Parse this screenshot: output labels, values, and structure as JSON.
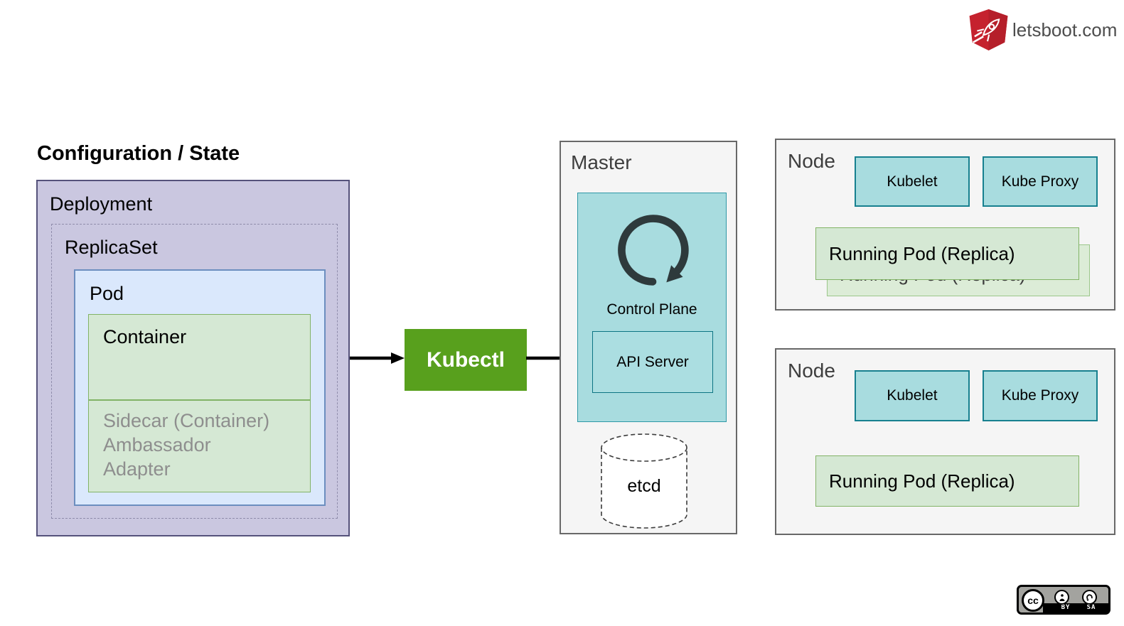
{
  "logo": {
    "text": "letsboot.com"
  },
  "title": "Configuration / State",
  "config": {
    "deployment": "Deployment",
    "replicaset": "ReplicaSet",
    "pod": "Pod",
    "container": "Container",
    "sidecar_lines": [
      "Sidecar (Container)",
      "Ambassador",
      "Adapter"
    ]
  },
  "kubectl": {
    "label": "Kubectl"
  },
  "master": {
    "title": "Master",
    "control_plane": "Control Plane",
    "api_server": "API Server",
    "etcd": "etcd"
  },
  "nodes": [
    {
      "title": "Node",
      "kubelet": "Kubelet",
      "kube_proxy": "Kube Proxy",
      "running_pod": "Running Pod (Replica)",
      "stacked_replicas": true
    },
    {
      "title": "Node",
      "kubelet": "Kubelet",
      "kube_proxy": "Kube Proxy",
      "running_pod": "Running Pod (Replica)",
      "stacked_replicas": false
    }
  ],
  "license": {
    "cc": "cc",
    "by": "BY",
    "sa": "SA"
  },
  "colors": {
    "deployment_fill": "#cac7e0",
    "deployment_border": "#55527b",
    "pod_fill": "#dae8fc",
    "pod_border": "#6c8ebf",
    "green_fill": "#d5e8d4",
    "green_border": "#82b366",
    "kubectl_green": "#58a01d",
    "teal_fill": "#a8dcdf",
    "teal_border": "#0c7483",
    "panel_fill": "#f5f5f5",
    "panel_border": "#686868",
    "brand_red": "#c5222e",
    "muted_text": "#8e8e8e"
  }
}
